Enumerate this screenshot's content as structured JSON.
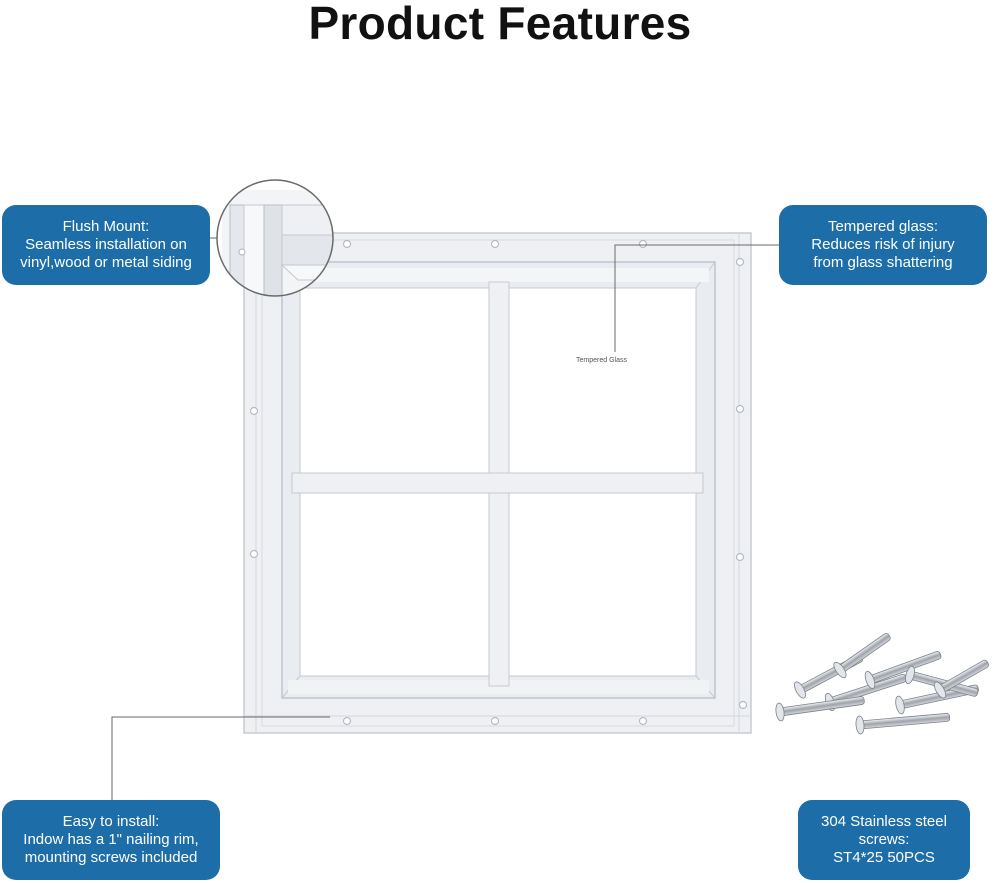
{
  "page": {
    "title": "Product Features"
  },
  "callouts": {
    "flush_mount": [
      "Flush Mount:",
      "Seamless installation on",
      "vinyl,wood or metal siding"
    ],
    "tempered_glass": [
      "Tempered glass:",
      "Reduces risk of injury",
      "from glass shattering"
    ],
    "easy_install": [
      "Easy to install:",
      "Indow has a 1\" nailing rim,",
      "mounting screws included"
    ],
    "screws": [
      "304 Stainless steel",
      "screws:",
      "ST4*25 50PCS"
    ]
  },
  "diagram": {
    "glass_label": "Tempered Glass"
  },
  "colors": {
    "callout_bg": "#1d6ea8",
    "callout_text": "#ffffff",
    "frame": "#eef0f3",
    "frame_edge": "#c7ccd3",
    "leader_line": "#6a6a6a"
  },
  "icons": {
    "zoom_detail": "magnifier-circle",
    "screws": "screw-pile-image"
  }
}
